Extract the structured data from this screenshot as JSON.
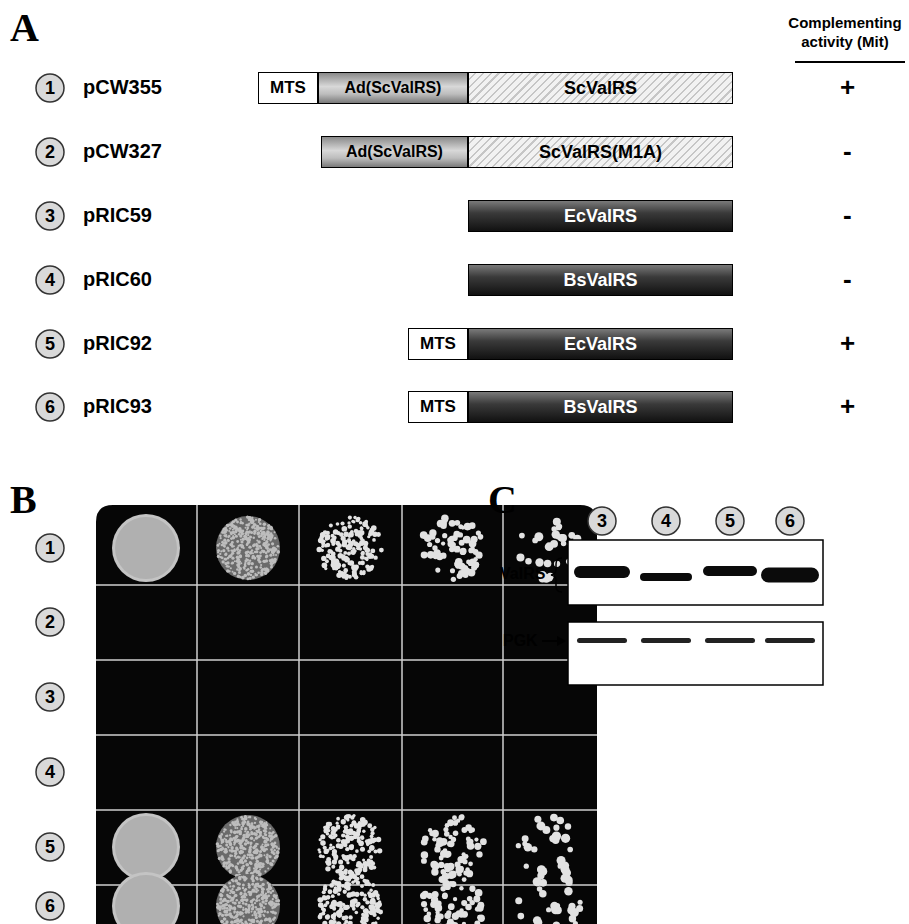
{
  "diagram": {
    "nodes": [
      {
        "text": [
          "1"
        ]
      },
      {
        "text": [
          "MTS"
        ]
      },
      {
        "text": [
          "Ad(ScValRS)"
        ]
      },
      {
        "text": [
          "ScValRS"
        ]
      },
      {
        "text": [
          "2"
        ]
      },
      {
        "text": [
          "Ad(ScValRS)"
        ]
      },
      {
        "text": [
          "ScValRS(M1A)"
        ]
      },
      {
        "text": [
          "3"
        ]
      },
      {
        "text": [
          "EcValRS"
        ]
      },
      {
        "text": [
          "4"
        ]
      },
      {
        "text": [
          "BsValRS"
        ]
      },
      {
        "text": [
          "5"
        ]
      },
      {
        "text": [
          "MTS"
        ]
      },
      {
        "text": [
          "EcValRS"
        ]
      },
      {
        "text": [
          "6"
        ]
      },
      {
        "text": [
          "MTS"
        ]
      },
      {
        "text": [
          "BsValRS"
        ]
      },
      {
        "text": [
          "1"
        ]
      },
      {
        "text": [
          "2"
        ]
      },
      {
        "text": [
          "3"
        ]
      },
      {
        "text": [
          "4"
        ]
      },
      {
        "text": [
          "5"
        ]
      },
      {
        "text": [
          "6"
        ]
      },
      {
        "text": [
          "3"
        ]
      },
      {
        "text": [
          "4"
        ]
      },
      {
        "text": [
          "5"
        ]
      },
      {
        "text": [
          "6"
        ]
      }
    ],
    "labels": [
      "A",
      "Complementing activity (Mit)",
      "pCW355",
      "+",
      "pCW327",
      "-",
      "pRIC59",
      "-",
      "pRIC60",
      "-",
      "pRIC92",
      "+",
      "pRIC93",
      "+",
      "B",
      "C",
      "ValRS",
      "PGK"
    ]
  }
}
